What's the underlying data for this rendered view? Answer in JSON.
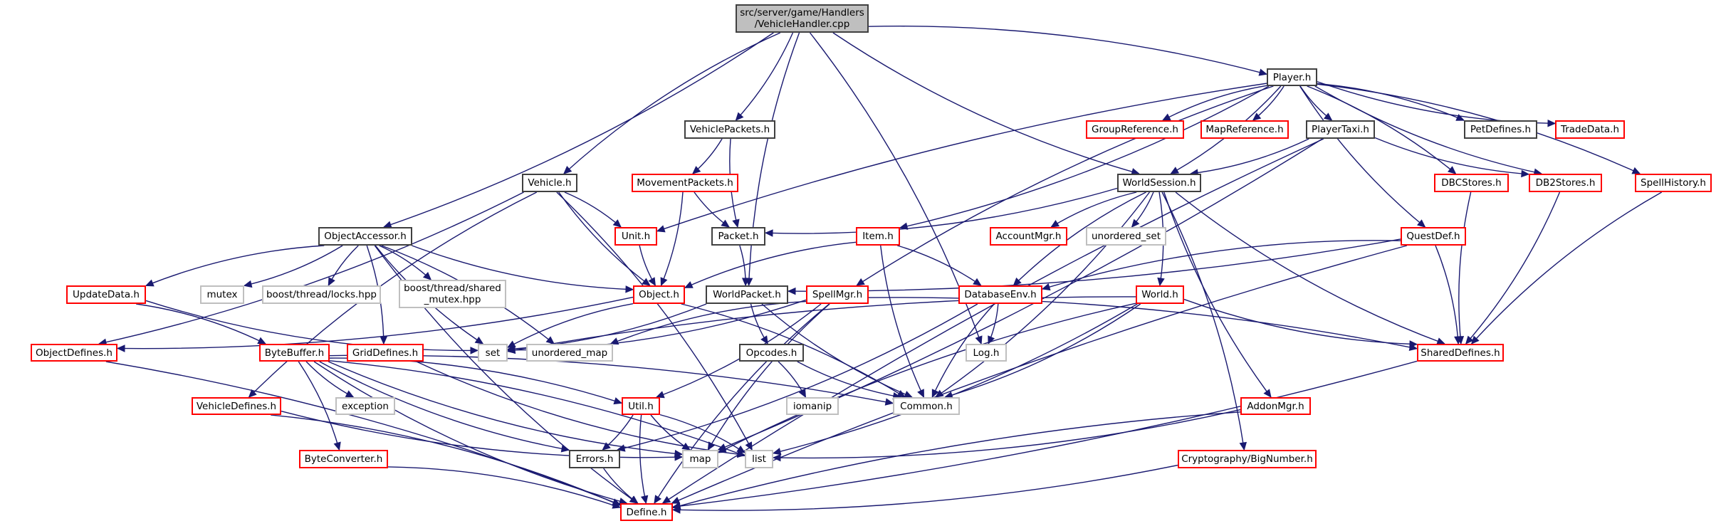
{
  "graph": {
    "type": "include-dependency-graph",
    "colors": {
      "edge": "#191970",
      "root_fill": "#bfbfbf",
      "local_border": "#404040",
      "partial_border": "#ff0000",
      "system_border": "#bfbfbf"
    },
    "nodes": [
      {
        "id": "root",
        "label": "src/server/game/Handlers\n/VehicleHandler.cpp",
        "kind": "root"
      },
      {
        "id": "Player",
        "label": "Player.h",
        "kind": "local"
      },
      {
        "id": "VehiclePackets",
        "label": "VehiclePackets.h",
        "kind": "local"
      },
      {
        "id": "GroupReference",
        "label": "GroupReference.h",
        "kind": "partial"
      },
      {
        "id": "MapReference",
        "label": "MapReference.h",
        "kind": "partial"
      },
      {
        "id": "PlayerTaxi",
        "label": "PlayerTaxi.h",
        "kind": "local"
      },
      {
        "id": "PetDefines",
        "label": "PetDefines.h",
        "kind": "local"
      },
      {
        "id": "TradeData",
        "label": "TradeData.h",
        "kind": "partial"
      },
      {
        "id": "Vehicle",
        "label": "Vehicle.h",
        "kind": "local"
      },
      {
        "id": "MovementPackets",
        "label": "MovementPackets.h",
        "kind": "partial"
      },
      {
        "id": "WorldSession",
        "label": "WorldSession.h",
        "kind": "local"
      },
      {
        "id": "DBCStores",
        "label": "DBCStores.h",
        "kind": "partial"
      },
      {
        "id": "DB2Stores",
        "label": "DB2Stores.h",
        "kind": "partial"
      },
      {
        "id": "SpellHistory",
        "label": "SpellHistory.h",
        "kind": "partial"
      },
      {
        "id": "ObjectAccessor",
        "label": "ObjectAccessor.h",
        "kind": "local"
      },
      {
        "id": "Unit",
        "label": "Unit.h",
        "kind": "partial"
      },
      {
        "id": "Packet",
        "label": "Packet.h",
        "kind": "local"
      },
      {
        "id": "Item",
        "label": "Item.h",
        "kind": "partial"
      },
      {
        "id": "AccountMgr",
        "label": "AccountMgr.h",
        "kind": "partial"
      },
      {
        "id": "unordered_set",
        "label": "unordered_set",
        "kind": "system"
      },
      {
        "id": "QuestDef",
        "label": "QuestDef.h",
        "kind": "partial"
      },
      {
        "id": "UpdateData",
        "label": "UpdateData.h",
        "kind": "partial"
      },
      {
        "id": "mutex",
        "label": "mutex",
        "kind": "system"
      },
      {
        "id": "locks",
        "label": "boost/thread/locks.hpp",
        "kind": "system"
      },
      {
        "id": "shared_mutex",
        "label": "boost/thread/shared\n_mutex.hpp",
        "kind": "system"
      },
      {
        "id": "Object",
        "label": "Object.h",
        "kind": "partial"
      },
      {
        "id": "WorldPacket",
        "label": "WorldPacket.h",
        "kind": "local"
      },
      {
        "id": "SpellMgr",
        "label": "SpellMgr.h",
        "kind": "partial"
      },
      {
        "id": "DatabaseEnv",
        "label": "DatabaseEnv.h",
        "kind": "partial"
      },
      {
        "id": "World",
        "label": "World.h",
        "kind": "partial"
      },
      {
        "id": "ObjectDefines",
        "label": "ObjectDefines.h",
        "kind": "partial"
      },
      {
        "id": "ByteBuffer",
        "label": "ByteBuffer.h",
        "kind": "partial"
      },
      {
        "id": "GridDefines",
        "label": "GridDefines.h",
        "kind": "partial"
      },
      {
        "id": "set",
        "label": "set",
        "kind": "system"
      },
      {
        "id": "unordered_map",
        "label": "unordered_map",
        "kind": "system"
      },
      {
        "id": "Opcodes",
        "label": "Opcodes.h",
        "kind": "local"
      },
      {
        "id": "Log",
        "label": "Log.h",
        "kind": "system"
      },
      {
        "id": "SharedDefines",
        "label": "SharedDefines.h",
        "kind": "partial"
      },
      {
        "id": "VehicleDefines",
        "label": "VehicleDefines.h",
        "kind": "partial"
      },
      {
        "id": "exception",
        "label": "exception",
        "kind": "system"
      },
      {
        "id": "Util",
        "label": "Util.h",
        "kind": "partial"
      },
      {
        "id": "iomanip",
        "label": "iomanip",
        "kind": "system"
      },
      {
        "id": "Common",
        "label": "Common.h",
        "kind": "system"
      },
      {
        "id": "AddonMgr",
        "label": "AddonMgr.h",
        "kind": "partial"
      },
      {
        "id": "ByteConverter",
        "label": "ByteConverter.h",
        "kind": "partial"
      },
      {
        "id": "Errors",
        "label": "Errors.h",
        "kind": "local"
      },
      {
        "id": "map",
        "label": "map",
        "kind": "system"
      },
      {
        "id": "list",
        "label": "list",
        "kind": "system"
      },
      {
        "id": "BigNumber",
        "label": "Cryptography/BigNumber.h",
        "kind": "partial"
      },
      {
        "id": "Define",
        "label": "Define.h",
        "kind": "partial"
      }
    ],
    "edges": [
      [
        "root",
        "ObjectAccessor"
      ],
      [
        "root",
        "Vehicle"
      ],
      [
        "root",
        "VehiclePackets"
      ],
      [
        "root",
        "WorldPacket"
      ],
      [
        "root",
        "Log"
      ],
      [
        "root",
        "WorldSession"
      ],
      [
        "root",
        "Player"
      ],
      [
        "Player",
        "Unit"
      ],
      [
        "Player",
        "Item"
      ],
      [
        "Player",
        "SpellMgr"
      ],
      [
        "Player",
        "WorldSession"
      ],
      [
        "Player",
        "GroupReference"
      ],
      [
        "Player",
        "MapReference"
      ],
      [
        "Player",
        "PlayerTaxi"
      ],
      [
        "Player",
        "PetDefines"
      ],
      [
        "Player",
        "TradeData"
      ],
      [
        "Player",
        "DBCStores"
      ],
      [
        "Player",
        "DB2Stores"
      ],
      [
        "Player",
        "SpellHistory"
      ],
      [
        "Player",
        "QuestDef"
      ],
      [
        "PlayerTaxi",
        "WorldSession"
      ],
      [
        "PlayerTaxi",
        "DB2Stores"
      ],
      [
        "PlayerTaxi",
        "map"
      ],
      [
        "PlayerTaxi",
        "Define"
      ],
      [
        "VehiclePackets",
        "MovementPackets"
      ],
      [
        "VehiclePackets",
        "Packet"
      ],
      [
        "MovementPackets",
        "Object"
      ],
      [
        "MovementPackets",
        "Packet"
      ],
      [
        "Vehicle",
        "Unit"
      ],
      [
        "Vehicle",
        "Object"
      ],
      [
        "Vehicle",
        "ObjectDefines"
      ],
      [
        "Vehicle",
        "VehicleDefines"
      ],
      [
        "Vehicle",
        "list"
      ],
      [
        "ObjectAccessor",
        "UpdateData"
      ],
      [
        "ObjectAccessor",
        "mutex"
      ],
      [
        "ObjectAccessor",
        "locks"
      ],
      [
        "ObjectAccessor",
        "shared_mutex"
      ],
      [
        "ObjectAccessor",
        "Object"
      ],
      [
        "ObjectAccessor",
        "GridDefines"
      ],
      [
        "ObjectAccessor",
        "set"
      ],
      [
        "ObjectAccessor",
        "unordered_map"
      ],
      [
        "ObjectAccessor",
        "Define"
      ],
      [
        "WorldSession",
        "Packet"
      ],
      [
        "WorldSession",
        "AccountMgr"
      ],
      [
        "WorldSession",
        "unordered_set"
      ],
      [
        "WorldSession",
        "DatabaseEnv"
      ],
      [
        "WorldSession",
        "World"
      ],
      [
        "WorldSession",
        "AddonMgr"
      ],
      [
        "WorldSession",
        "BigNumber"
      ],
      [
        "WorldSession",
        "SharedDefines"
      ],
      [
        "WorldSession",
        "Common"
      ],
      [
        "Unit",
        "Object"
      ],
      [
        "Packet",
        "WorldPacket"
      ],
      [
        "Item",
        "Object"
      ],
      [
        "Item",
        "DatabaseEnv"
      ],
      [
        "Item",
        "Common"
      ],
      [
        "QuestDef",
        "WorldPacket"
      ],
      [
        "QuestDef",
        "DatabaseEnv"
      ],
      [
        "QuestDef",
        "SharedDefines"
      ],
      [
        "QuestDef",
        "Define"
      ],
      [
        "UpdateData",
        "ByteBuffer"
      ],
      [
        "UpdateData",
        "set"
      ],
      [
        "Object",
        "ObjectDefines"
      ],
      [
        "Object",
        "set"
      ],
      [
        "Object",
        "Common"
      ],
      [
        "WorldPacket",
        "Opcodes"
      ],
      [
        "WorldPacket",
        "set"
      ],
      [
        "WorldPacket",
        "Common"
      ],
      [
        "SpellMgr",
        "set"
      ],
      [
        "SpellMgr",
        "unordered_map"
      ],
      [
        "SpellMgr",
        "Util"
      ],
      [
        "SpellMgr",
        "map"
      ],
      [
        "SpellMgr",
        "SharedDefines"
      ],
      [
        "SpellMgr",
        "Define"
      ],
      [
        "DatabaseEnv",
        "Log"
      ],
      [
        "DatabaseEnv",
        "Common"
      ],
      [
        "DatabaseEnv",
        "Errors"
      ],
      [
        "World",
        "set"
      ],
      [
        "World",
        "Common"
      ],
      [
        "World",
        "map"
      ],
      [
        "World",
        "list"
      ],
      [
        "World",
        "SharedDefines"
      ],
      [
        "ObjectDefines",
        "Define"
      ],
      [
        "ByteBuffer",
        "exception"
      ],
      [
        "ByteBuffer",
        "ByteConverter"
      ],
      [
        "ByteBuffer",
        "Errors"
      ],
      [
        "ByteBuffer",
        "Util"
      ],
      [
        "ByteBuffer",
        "map"
      ],
      [
        "ByteBuffer",
        "list"
      ],
      [
        "ByteBuffer",
        "Define"
      ],
      [
        "ByteBuffer",
        "Common"
      ],
      [
        "GridDefines",
        "list"
      ],
      [
        "Opcodes",
        "iomanip"
      ],
      [
        "Opcodes",
        "Common"
      ],
      [
        "SharedDefines",
        "Define"
      ],
      [
        "DBCStores",
        "SharedDefines"
      ],
      [
        "DB2Stores",
        "SharedDefines"
      ],
      [
        "SpellHistory",
        "SharedDefines"
      ],
      [
        "VehicleDefines",
        "Define"
      ],
      [
        "VehicleDefines",
        "map"
      ],
      [
        "Util",
        "Errors"
      ],
      [
        "Util",
        "map"
      ],
      [
        "Util",
        "list"
      ],
      [
        "Util",
        "Define"
      ],
      [
        "AddonMgr",
        "list"
      ],
      [
        "AddonMgr",
        "Define"
      ],
      [
        "ByteConverter",
        "Define"
      ],
      [
        "Errors",
        "Define"
      ],
      [
        "BigNumber",
        "Define"
      ]
    ]
  }
}
